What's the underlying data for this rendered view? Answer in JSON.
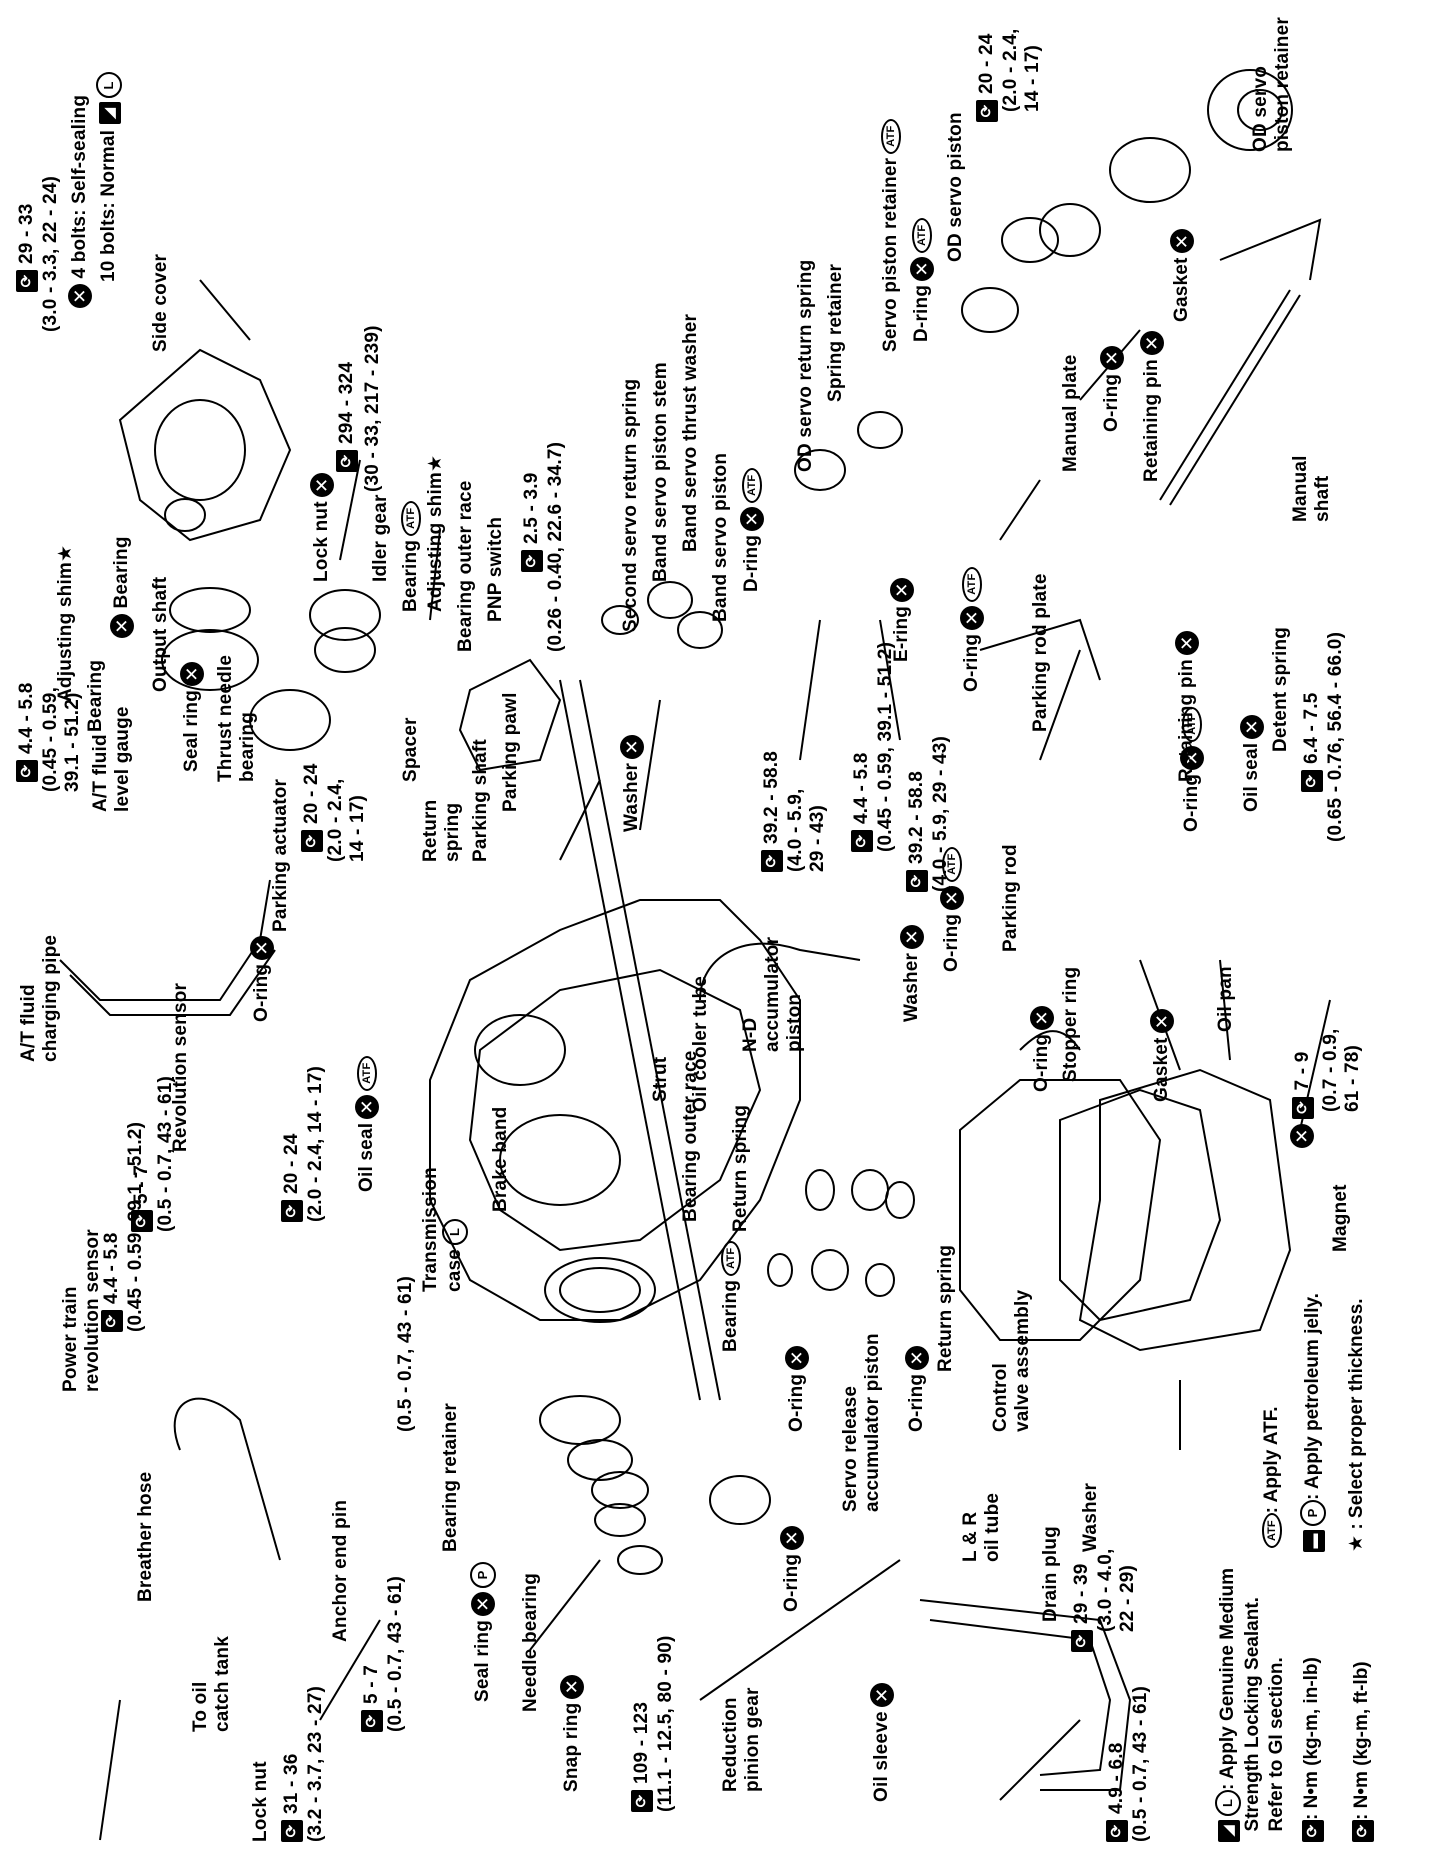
{
  "labels": {
    "lock_nut_top": "Lock nut",
    "torque_294": "294 - 324",
    "torque_294_b": "(30 - 33, 217 - 239)",
    "side_cover": "Side cover",
    "torque_29_33": "29 - 33",
    "torque_29_33_b": "(3.0 - 3.3, 22 - 24)",
    "bolts_self": "4 bolts: Self-sealing",
    "bolts_normal": "10 bolts: Normal",
    "adjusting_shim": "Adjusting shim",
    "bearing_top": "Bearing",
    "output_shaft": "Output shaft",
    "seal_ring": "Seal ring",
    "thrust_needle_bearing": "Thrust needle\nbearing",
    "idler_gear": "Idler gear",
    "bearing_2": "Bearing",
    "adjusting_shim_2": "Adjusting shim",
    "bearing_outer_race": "Bearing outer race",
    "pnp_switch": "PNP switch",
    "torque_25": "2.5 - 3.9",
    "torque_25_b": "(0.26 - 0.40, 22.6 - 34.7)",
    "spacer": "Spacer",
    "return_spring": "Return\nspring",
    "parking_shaft": "Parking shaft",
    "parking_pawl": "Parking pawl",
    "parking_actuator": "Parking actuator",
    "torque_20_24_a": "20 - 24",
    "torque_20_24_a_b": "(2.0 - 2.4,\n14 - 17)",
    "torque_44_58_a": "4.4 - 5.8",
    "torque_44_58_a_b": "(0.45 - 0.59,\n39.1 - 51.2)",
    "bearing_atf": "Bearing",
    "at_fluid_level_gauge": "A/T fluid\nlevel gauge",
    "at_fluid_charging_pipe": "A/T fluid\ncharging pipe",
    "revolution_sensor": "Revolution sensor",
    "torque_44_58_b": "4.4 - 5.8",
    "torque_44_58_b_b": "(0.45 - 0.59, 39.1 - 51.2)",
    "torque_5_7_a": "5 - 7",
    "torque_5_7_a_b": "(0.5 - 0.7, 43 - 61)",
    "o_ring_1": "O-ring",
    "torque_20_24_b": "20 - 24",
    "torque_20_24_b_b": "(2.0 - 2.4, 14 - 17)",
    "oil_seal_1": "Oil seal",
    "power_train_sensor": "Power train\nrevolution sensor",
    "breather_hose": "Breather hose",
    "to_oil_catch_tank": "To oil\ncatch tank",
    "lock_nut_bottom": "Lock nut",
    "torque_31_36": "31 - 36",
    "torque_31_36_b": "(3.2 - 3.7, 23 - 27)",
    "anchor_end_pin": "Anchor end pin",
    "torque_5_7_b": "5 - 7",
    "torque_5_7_b_b": "(0.5 - 0.7, 43 - 61)",
    "torque_5_7_c": "(0.5 - 0.7, 43 - 61)",
    "transmission_case": "Transmission\ncase",
    "brake_band": "Brake band",
    "bearing_retainer": "Bearing retainer",
    "seal_ring_2": "Seal ring",
    "needle_bearing": "Needle bearing",
    "snap_ring": "Snap ring",
    "torque_109": "109 - 123",
    "torque_109_b": "(11.1 - 12.5, 80 - 90)",
    "reduction_pinion_gear": "Reduction\npinion gear",
    "o_ring_2": "O-ring",
    "bearing_3": "Bearing",
    "bearing_outer_race_2": "Bearing outer race",
    "strut": "Strut",
    "return_spring_2": "Return spring",
    "o_ring_3": "O-ring",
    "servo_release": "Servo release\naccumulator piston",
    "o_ring_4": "O-ring",
    "return_spring_3": "Return spring",
    "oil_sleeve": "Oil sleeve",
    "lr_oil_tube": "L & R\noil tube",
    "torque_49_68": "4.9 - 6.8",
    "torque_49_68_b": "(0.5 - 0.7, 43 - 61)",
    "drain_plug": "Drain plug",
    "torque_29_39": "29 - 39",
    "torque_29_39_b": "(3.0 - 4.0,\n22 - 29)",
    "control_valve": "Control\nvalve assembly",
    "washer_1": "Washer",
    "second_servo_return_spring": "Second servo return spring",
    "band_servo_piston_stem": "Band servo piston stem",
    "band_servo_thrust_washer": "Band servo thrust washer",
    "band_servo_piston": "Band servo piston",
    "d_ring_1": "D-ring",
    "washer_2": "Washer",
    "torque_392_a": "39.2 - 58.8",
    "torque_392_a_b": "(4.0 - 5.9,\n29 - 43)",
    "torque_44_58_c": "4.4 - 5.8",
    "torque_44_58_c_b": "(0.45 - 0.59, 39.1 - 51.2)",
    "torque_392_b": "39.2 - 58.8",
    "torque_392_b_b": "(4.0 - 5.9, 29 - 43)",
    "od_servo_return_spring": "OD servo return spring",
    "spring_retainer": "Spring retainer",
    "e_ring": "E-ring",
    "o_ring_5": "O-ring",
    "servo_piston_retainer": "Servo piston retainer",
    "d_ring_2": "D-ring",
    "od_servo_piston": "OD servo piston",
    "torque_20_24_c": "20 - 24",
    "torque_20_24_c_b": "(2.0 - 2.4,\n14 - 17)",
    "od_servo_piston_retainer": "OD servo\npiston retainer",
    "gasket_1": "Gasket",
    "retaining_pin_1": "Retaining pin",
    "o_ring_6": "O-ring",
    "manual_plate": "Manual plate",
    "manual_shaft": "Manual\nshaft",
    "parking_rod_plate": "Parking rod plate",
    "o_ring_7": "O-ring",
    "oil_seal_2": "Oil seal",
    "detent_spring": "Detent spring",
    "retaining_pin_2": "Retaining pin",
    "torque_64_75": "6.4 - 7.5",
    "torque_64_75_b": "(0.65 - 0.76, 56.4 - 66.0)",
    "parking_rod": "Parking rod",
    "washer_3": "Washer",
    "o_ring_8": "O-ring",
    "oil_cooler_tube": "Oil cooler tube",
    "nd_accumulator": "N-D\naccumulator\npiston",
    "stopper_ring": "Stopper ring",
    "gasket_2": "Gasket",
    "oil_pan": "Oil pan",
    "torque_7_9": "7 - 9",
    "torque_7_9_b": "(0.7 - 0.9,\n61 - 78)",
    "magnet": "Magnet"
  },
  "legend": {
    "sealant": ": Apply Genuine Medium\n  Strength Locking Sealant.\n  Refer to GI section.",
    "apply_atf": ": Apply ATF.",
    "petroleum": ": Apply petroleum jelly.",
    "select_thickness": ": Select proper thickness.",
    "nm_kgm_inlb": ": N•m (kg-m, in-lb)",
    "nm_kgm_ftlb": ": N•m (kg-m, ft-lb)"
  },
  "icons": {
    "torque": "torque-wrench-icon",
    "replace": "replace-x-icon",
    "atf": "ATF",
    "lube": "L",
    "petroleum": "P",
    "star": "★"
  }
}
